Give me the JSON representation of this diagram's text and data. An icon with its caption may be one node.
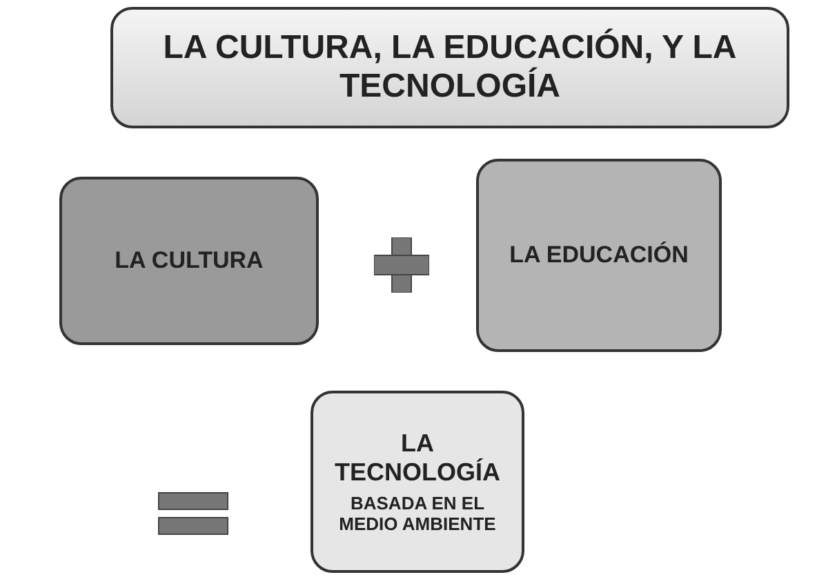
{
  "diagram": {
    "nodes": [
      {
        "text": [
          "LA CULTURA, LA EDUCACIÓN, Y LA TECNOLOGÍA"
        ]
      },
      {
        "text": [
          "LA CULTURA"
        ]
      },
      {
        "text": [
          "LA EDUCACIÓN"
        ]
      },
      {
        "text": [
          "LA TECNOLOGÍA",
          "BASADA EN EL MEDIO AMBIENTE"
        ]
      }
    ],
    "edges": []
  }
}
